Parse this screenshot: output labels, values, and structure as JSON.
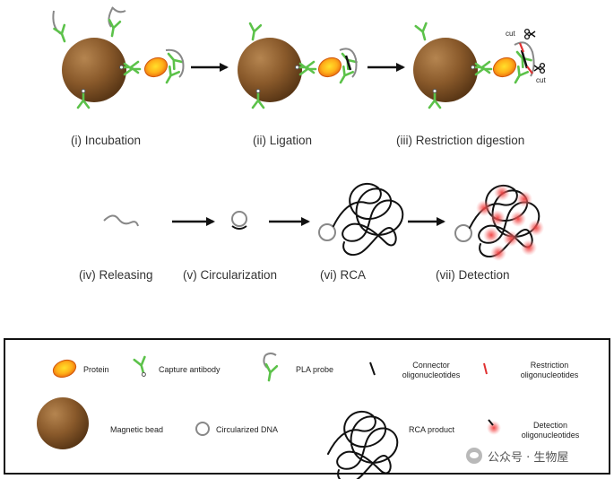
{
  "steps": {
    "incubation": "(i) Incubation",
    "ligation": "(ii) Ligation",
    "restriction": "(iii) Restriction digestion",
    "releasing": "(iv) Releasing",
    "circularization": "(v) Circularization",
    "rca": "(vi) RCA",
    "detection": "(vii) Detection"
  },
  "cut_labels": [
    "cut",
    "cut"
  ],
  "legend": {
    "protein": "Protein",
    "capture_antibody": "Capture antibody",
    "pla_probe": "PLA probe",
    "connector_line1": "Connector",
    "connector_line2": "oligonucleotides",
    "restriction_line1": "Restriction",
    "restriction_line2": "oligonucleotides",
    "magnetic_bead": "Magnetic bead",
    "circularized_dna": "Circularized DNA",
    "rca_product": "RCA product",
    "detection_line1": "Detection",
    "detection_line2": "oligonucleotides"
  },
  "watermark": "公众号 · 生物屋",
  "colors": {
    "bead": "#8a5a2b",
    "antibody": "#5cc24a",
    "protein_outer": "#f07a12",
    "protein_inner": "#ffd21a",
    "restriction": "#e03030",
    "detection": "#f25a5a",
    "dna": "#111111",
    "probe": "#888888"
  }
}
